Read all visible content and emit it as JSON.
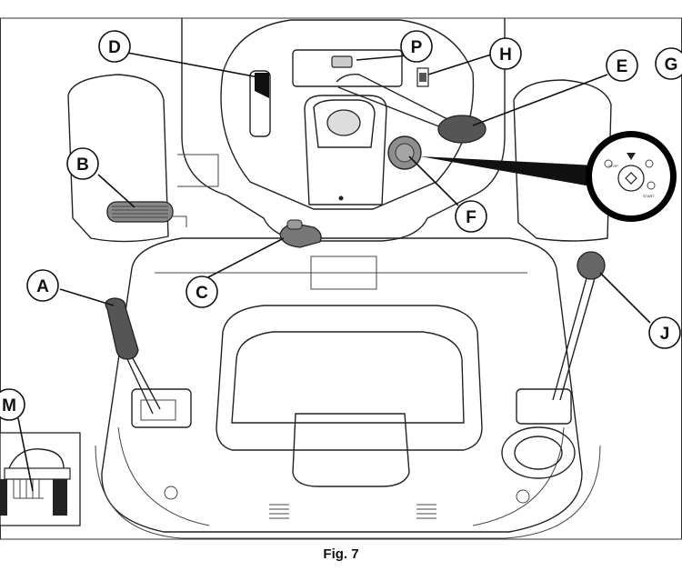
{
  "figure": {
    "caption": "Fig. 7",
    "callouts": [
      {
        "id": "a",
        "label": "A"
      },
      {
        "id": "b",
        "label": "B"
      },
      {
        "id": "c",
        "label": "C"
      },
      {
        "id": "d",
        "label": "D"
      },
      {
        "id": "e",
        "label": "E"
      },
      {
        "id": "f",
        "label": "F"
      },
      {
        "id": "g",
        "label": "G"
      },
      {
        "id": "h",
        "label": "H"
      },
      {
        "id": "j",
        "label": "J"
      },
      {
        "id": "m",
        "label": "M"
      },
      {
        "id": "p",
        "label": "P"
      }
    ],
    "ignition_labels": {
      "stop": "STOP",
      "start": "START"
    }
  }
}
